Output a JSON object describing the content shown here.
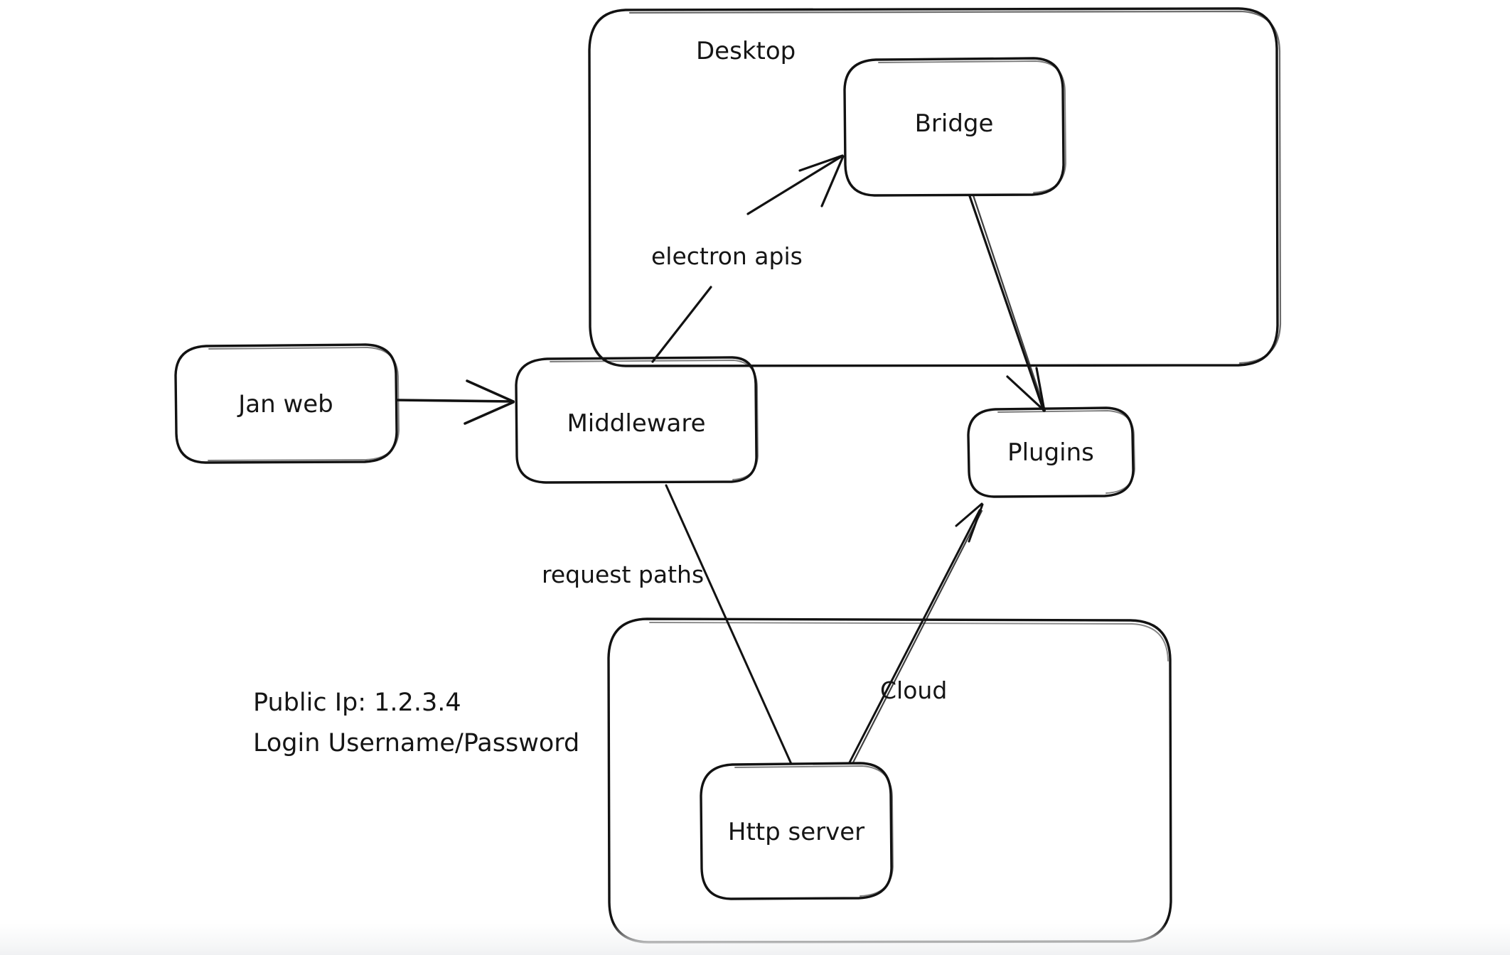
{
  "diagram": {
    "title": "Jan architecture hand-drawn diagram",
    "style": "hand-drawn whiteboard sketch",
    "stroke_color": "#121212",
    "background_color": "#ffffff",
    "groups": [
      {
        "id": "desktop",
        "label": "Desktop"
      },
      {
        "id": "cloud_group",
        "label": ""
      }
    ],
    "nodes": [
      {
        "id": "jan_web",
        "label": "Jan web"
      },
      {
        "id": "middleware",
        "label": "Middleware"
      },
      {
        "id": "bridge",
        "label": "Bridge"
      },
      {
        "id": "plugins",
        "label": "Plugins"
      },
      {
        "id": "http_server",
        "label": "Http server"
      }
    ],
    "edges": [
      {
        "id": "e1",
        "from": "jan_web",
        "to": "middleware",
        "label": ""
      },
      {
        "id": "e2",
        "from": "middleware",
        "to": "bridge",
        "label": "electron apis"
      },
      {
        "id": "e3",
        "from": "bridge",
        "to": "plugins",
        "label": ""
      },
      {
        "id": "e4",
        "from": "http_server",
        "to": "middleware",
        "label": "request paths"
      },
      {
        "id": "e5",
        "from": "http_server",
        "to": "plugins",
        "label": "Cloud"
      }
    ],
    "notes": {
      "line1": "Public Ip: 1.2.3.4",
      "line2": "Login Username/Password"
    }
  }
}
